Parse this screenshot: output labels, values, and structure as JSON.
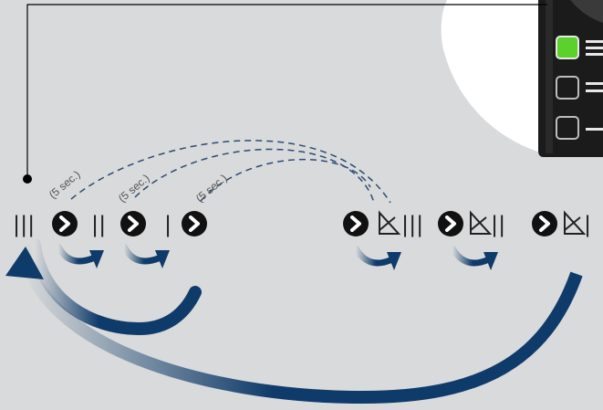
{
  "labels": {
    "delay_1": "(5 sec.)",
    "delay_2": "(5 sec.)",
    "delay_3": "(5 sec.)"
  },
  "states": [
    {
      "name": "level-3",
      "bars": "|||",
      "ramp": false
    },
    {
      "name": "level-2",
      "bars": "||",
      "ramp": false
    },
    {
      "name": "level-1",
      "bars": "|",
      "ramp": false
    },
    {
      "name": "ramp-level-3",
      "bars": "|||",
      "ramp": true
    },
    {
      "name": "ramp-level-2",
      "bars": "||",
      "ramp": true
    },
    {
      "name": "ramp-level-1",
      "bars": "|",
      "ramp": true
    }
  ],
  "device": {
    "indicators": [
      {
        "name": "indicator-top",
        "lit": true,
        "marker": "≡"
      },
      {
        "name": "indicator-middle",
        "lit": false,
        "marker": "="
      },
      {
        "name": "indicator-bottom",
        "lit": false,
        "marker": "—"
      }
    ]
  },
  "colors": {
    "background": "#d9dadb",
    "arrow": "#0f3b6a",
    "dashed": "#2d4b72",
    "led_on": "#5bd12b",
    "device": "#1a1a1a"
  },
  "icons": [
    "chevron-right-button-icon",
    "ramp-triangle-icon",
    "curved-arrow-icon",
    "return-arrow-icon"
  ]
}
